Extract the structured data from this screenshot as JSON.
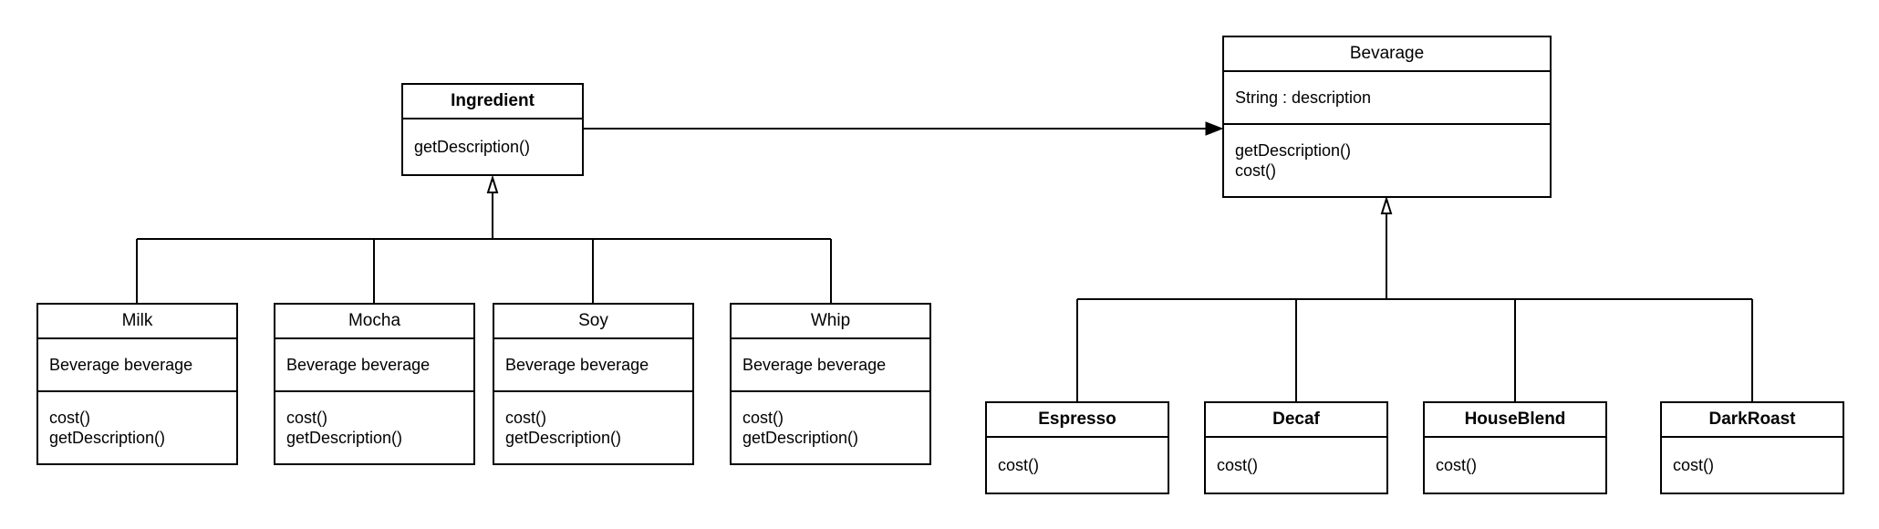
{
  "diagram": {
    "ingredient": {
      "name": "Ingredient",
      "methods": [
        "getDescription()"
      ]
    },
    "bevarage": {
      "name": "Bevarage",
      "attributes": [
        "String : description"
      ],
      "methods": [
        "getDescription()",
        "cost()"
      ]
    },
    "milk": {
      "name": "Milk",
      "attributes": [
        "Beverage beverage"
      ],
      "methods": [
        "cost()",
        "getDescription()"
      ]
    },
    "mocha": {
      "name": "Mocha",
      "attributes": [
        "Beverage beverage"
      ],
      "methods": [
        "cost()",
        "getDescription()"
      ]
    },
    "soy": {
      "name": "Soy",
      "attributes": [
        "Beverage beverage"
      ],
      "methods": [
        "cost()",
        "getDescription()"
      ]
    },
    "whip": {
      "name": "Whip",
      "attributes": [
        "Beverage beverage"
      ],
      "methods": [
        "cost()",
        "getDescription()"
      ]
    },
    "espresso": {
      "name": "Espresso",
      "methods": [
        "cost()"
      ]
    },
    "decaf": {
      "name": "Decaf",
      "methods": [
        "cost()"
      ]
    },
    "houseblend": {
      "name": "HouseBlend",
      "methods": [
        "cost()"
      ]
    },
    "darkroast": {
      "name": "DarkRoast",
      "methods": [
        "cost()"
      ]
    }
  }
}
